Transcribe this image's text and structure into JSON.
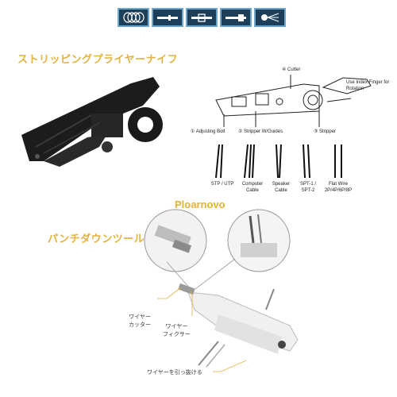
{
  "icon_strip": [
    {
      "icon": "coaxial-cable-icon"
    },
    {
      "icon": "stp-cable-icon"
    },
    {
      "icon": "utp-cable-icon"
    },
    {
      "icon": "flat-cable-icon"
    },
    {
      "icon": "fiber-cable-icon"
    }
  ],
  "stripping_pliers": {
    "title": "ストリッピングプライヤーナイフ"
  },
  "diagram": {
    "cutter": "④ Cutter",
    "index_finger": "Use Index Finger for Rotation",
    "adjusting_bolt": "① Adjusting Bolt",
    "stripper_guides": "② Stripper W/Guides",
    "stripper": "③ Stripper"
  },
  "cable_types": [
    {
      "line1": "STP / UTP",
      "line2": ""
    },
    {
      "line1": "Computer",
      "line2": "Cable"
    },
    {
      "line1": "Speaker",
      "line2": "Cable"
    },
    {
      "line1": "SPT-1 /",
      "line2": "SPT-2"
    },
    {
      "line1": "Flat Wire",
      "line2": "2P/4P/6P/8P"
    }
  ],
  "brand": "Ploarnovo",
  "punch_tool": {
    "title": "パンチダウンツール",
    "wire_cutter_line1": "ワイヤー",
    "wire_cutter_line2": "カッター",
    "wire_fixer_line1": "ワイヤー",
    "wire_fixer_line2": "フィクサー",
    "wire_puller": "ワイヤーを引っ抜ける"
  },
  "colors": {
    "accent": "#e3b23c",
    "icon_bg": "#1e3f5a",
    "icon_border": "#6fa7c9"
  }
}
